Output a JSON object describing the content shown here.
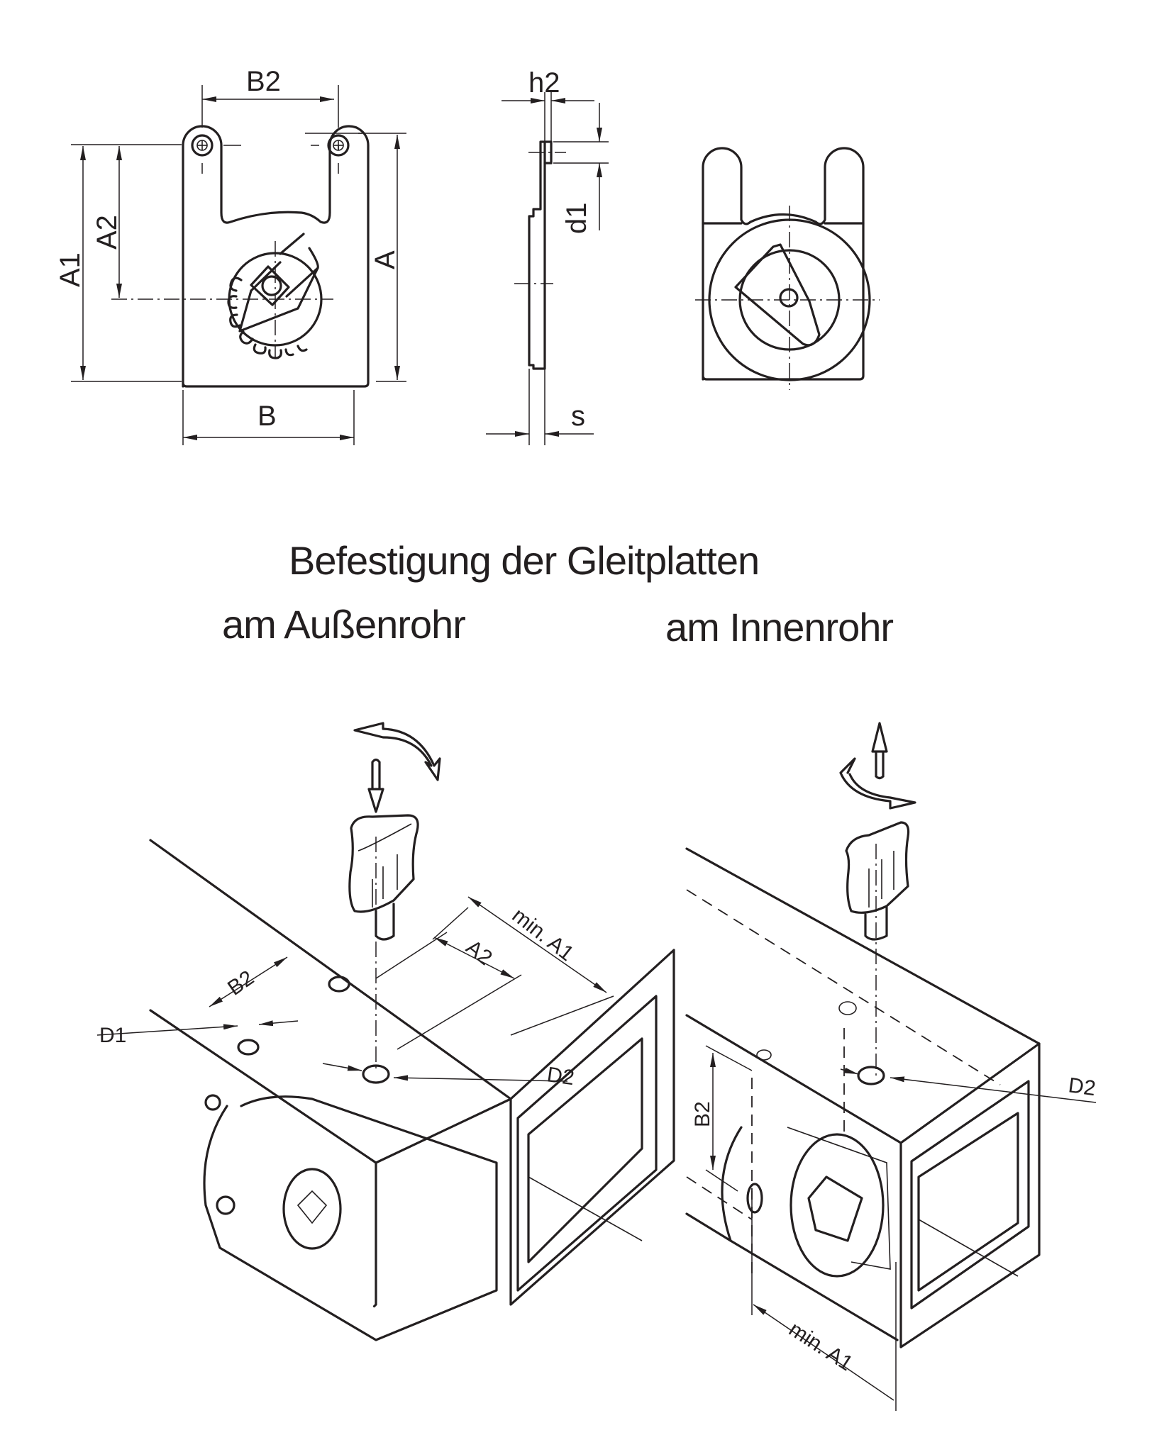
{
  "drawing": {
    "front_view": {
      "labels": {
        "width_top": "B2",
        "width_bottom": "B",
        "height_total": "A1",
        "height_to_center": "A2",
        "height_right": "A"
      }
    },
    "side_view": {
      "labels": {
        "tab_thickness": "h2",
        "hole_diameter": "d1",
        "plate_thickness": "s"
      }
    },
    "rear_view": {
      "labels": {}
    },
    "heading": {
      "title": "Befestigung der Gleitplatten",
      "left_subtitle": "am Außenrohr",
      "right_subtitle": "am Innenrohr"
    },
    "left_assembly": {
      "labels": {
        "b2": "B2",
        "a2": "A2",
        "min_a1": "min. A1",
        "d1": "D1",
        "d2": "D2"
      },
      "motion_icons": [
        "rotate-counterclockwise-arrow-icon",
        "push-down-arrow-icon"
      ]
    },
    "right_assembly": {
      "labels": {
        "b2": "B2",
        "min_a1": "min. A1",
        "d2": "D2"
      },
      "motion_icons": [
        "pull-up-arrow-icon",
        "rotate-clockwise-arrow-icon"
      ]
    }
  },
  "colors": {
    "ink": "#231f20",
    "paper": "#ffffff"
  }
}
